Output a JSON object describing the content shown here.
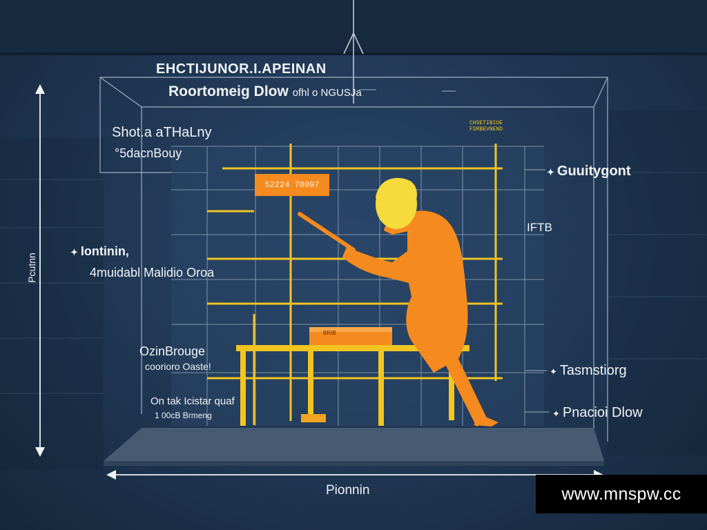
{
  "colors": {
    "background": "#1f3652",
    "grid_yellow": "#f2c521",
    "figure_orange": "#f58a1f",
    "figure_head": "#f7da3b",
    "floor": "#465a72"
  },
  "labels": {
    "title_line1": "EHCTIJUNOR.I.APEINAN",
    "title_line2_main": "Roortomeig Dlow",
    "title_line2_small": "ofhl o NGUSJa",
    "left_top_line1": "Shot.a aTHaLny",
    "left_top_line2": "°5dacnBouy",
    "left_mid_line1": "Iontinin,",
    "left_mid_line2": "4muidabl Malidio Oroa",
    "left_low_line1": "OzinBrouge",
    "left_low_line2": "coorioro Oaste!",
    "left_bottom_line1": "On tak Icistar quaf",
    "left_bottom_line2": "1 00cB Brmeng",
    "right_top": "Guuitygont",
    "right_mid": "IFTB",
    "right_low1": "Tasmstiorg",
    "right_low2": "Pnacioi Dlow",
    "bottom_axis": "Pionnin",
    "vertical_axis": "Pcutnn",
    "small_tag_line1": "CHSETIBIOE",
    "small_tag_line2": "FSRBEVNEND",
    "number_box": "52224 70097",
    "box_label": "BRIB"
  },
  "watermark": "www.mnspw.cc",
  "icons": {
    "up_arrow": "double-headed-arrow-vertical",
    "horizontal_arrow": "double-headed-arrow-horizontal",
    "bullet": "plus-sparkle"
  }
}
